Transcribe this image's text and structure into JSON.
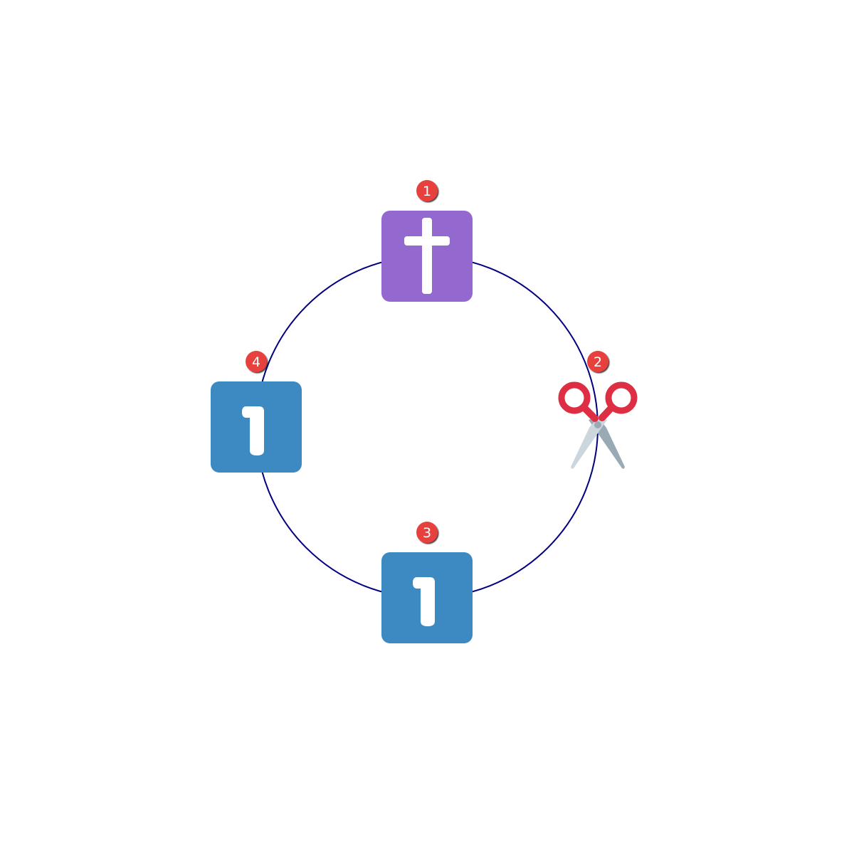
{
  "puzzle": {
    "ring_color": "#000080",
    "badge_color": "#e8413c",
    "tiles": [
      {
        "order": "1",
        "icon": "latin-cross-icon",
        "bg": "#9469cf"
      },
      {
        "order": "2",
        "icon": "scissors-icon",
        "bg": ""
      },
      {
        "order": "3",
        "icon": "keycap-one-icon",
        "bg": "#3d89c2"
      },
      {
        "order": "4",
        "icon": "keycap-one-icon",
        "bg": "#3d89c2"
      }
    ]
  }
}
